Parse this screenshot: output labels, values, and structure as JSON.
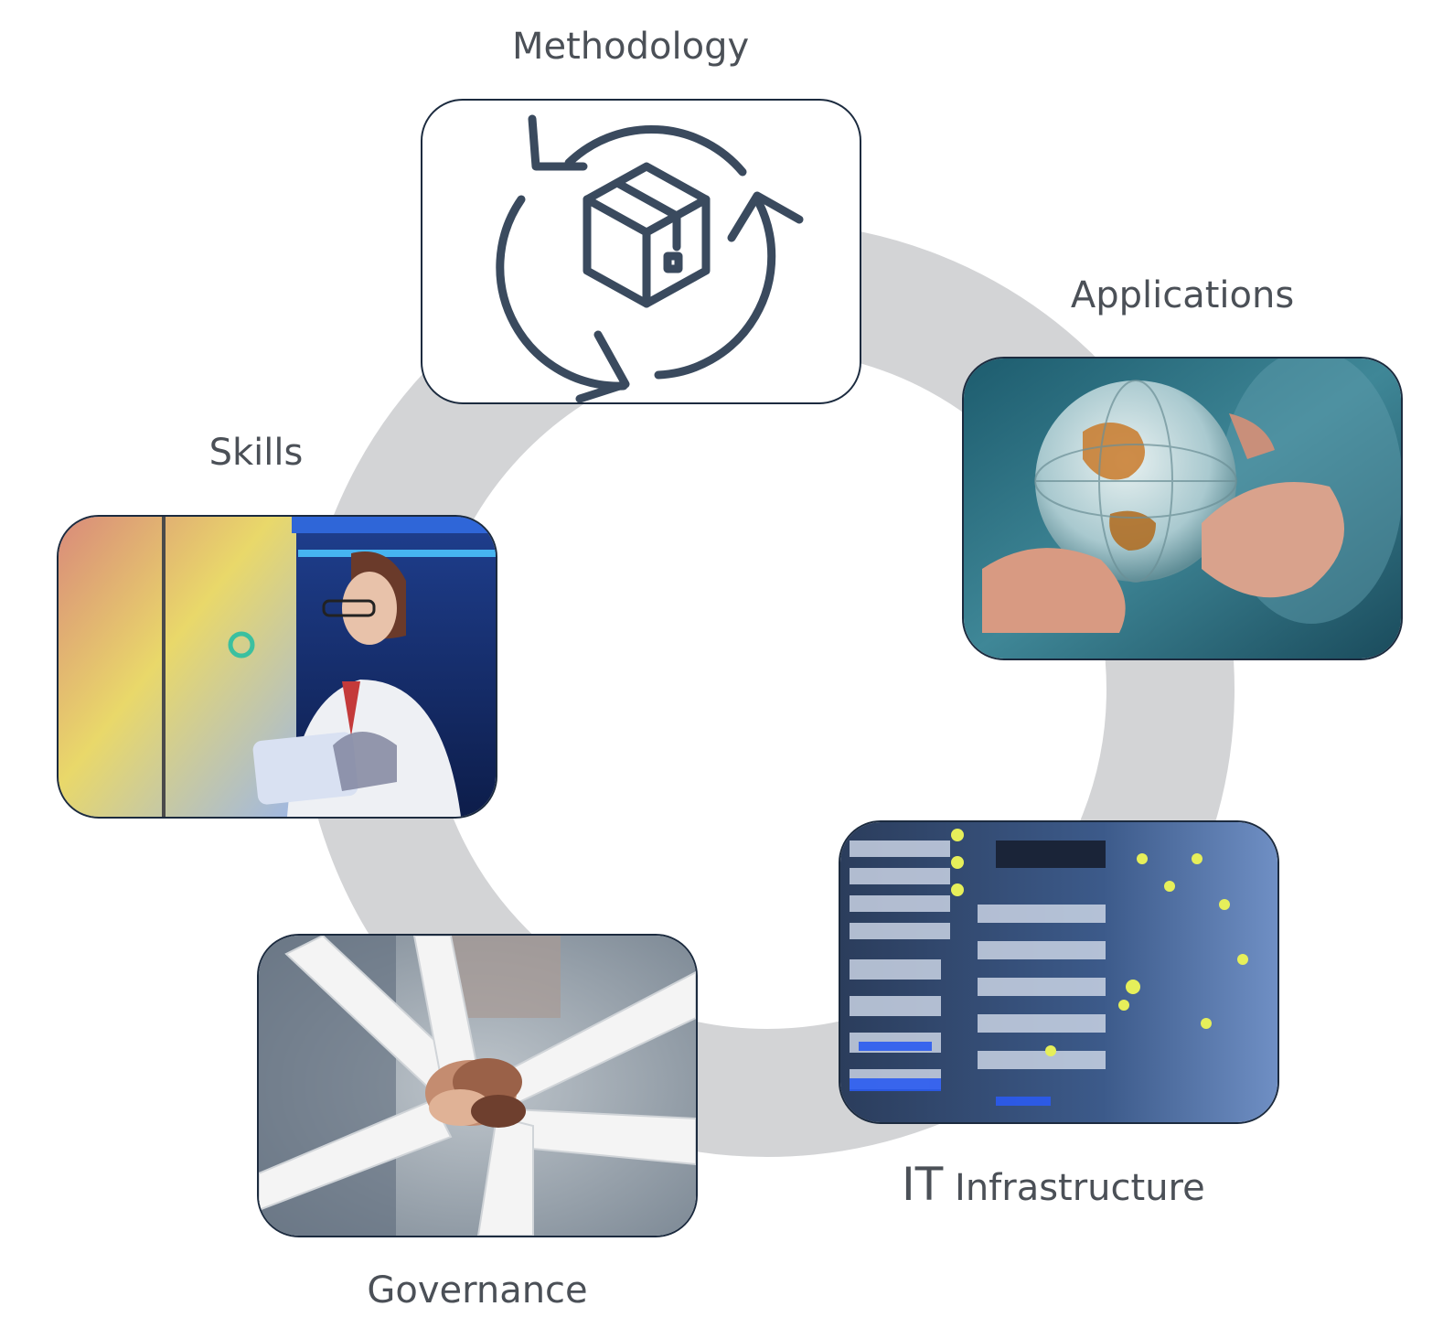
{
  "diagram": {
    "ring_color": "#d3d4d6",
    "border_color": "#1c2b3f",
    "label_color": "#4b5057",
    "nodes": {
      "methodology": {
        "label": "Methodology",
        "icon": "box-cycle-icon"
      },
      "applications": {
        "label": "Applications",
        "image": "hands-holding-globe-image"
      },
      "skills": {
        "label": "Skills",
        "image": "scientist-at-data-wall-image"
      },
      "it": {
        "label_prefix": "IT",
        "label_rest": "Infrastructure",
        "image": "server-rack-image"
      },
      "governance": {
        "label": "Governance",
        "image": "team-hands-stacked-image"
      }
    }
  }
}
